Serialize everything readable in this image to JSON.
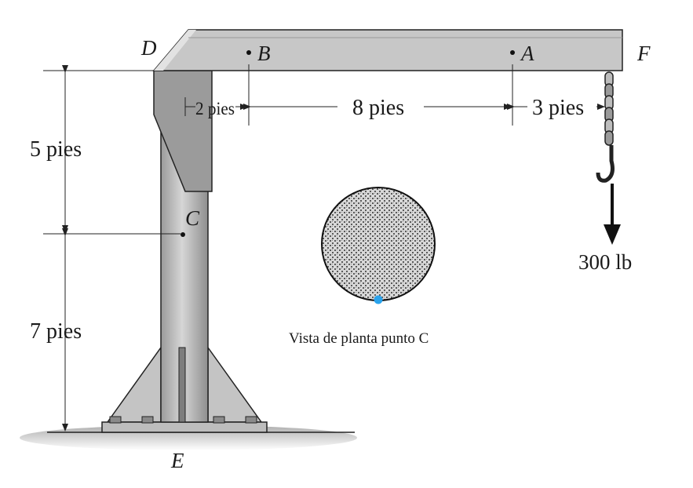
{
  "points": {
    "D": "D",
    "B": "B",
    "A": "A",
    "F": "F",
    "C": "C",
    "E": "E"
  },
  "dimensions": {
    "seg_2": "2 pies",
    "seg_8": "8 pies",
    "seg_3": "3 pies",
    "upper": "5 pies",
    "lower": "7 pies"
  },
  "load": "300 lb",
  "section_caption": "Vista de planta punto C",
  "colors": {
    "steel": "#b5b5b5",
    "steel_dark": "#8e8e8e",
    "outline": "#222222",
    "marker": "#2aa3ec"
  }
}
